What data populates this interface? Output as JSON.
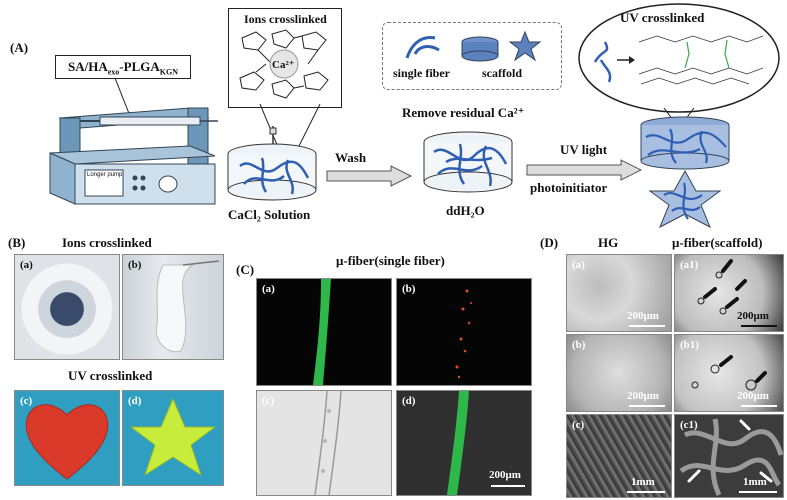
{
  "panelA": {
    "label": "(A)",
    "material_label": "SA/HA",
    "material_sub1": "exo",
    "material_mid": "-PLGA",
    "material_sub2": "KGN",
    "ions_crosslinked": "Ions crosslinked",
    "ca_label": "Ca²⁺",
    "pump_label": "Longer pump",
    "legend_single_fiber": "single fiber",
    "legend_scaffold": "scaffold",
    "wash": "Wash",
    "remove_ca": "Remove residual Ca²⁺",
    "uv_light": "UV light",
    "photoinitiator": "photoinitiator",
    "cacl2": "CaCl₂ Solution",
    "ddh2o": "ddH₂O",
    "uv_crosslinked": "UV crosslinked"
  },
  "panelB": {
    "label": "(B)",
    "ions_title": "Ions crosslinked",
    "uv_title": "UV crosslinked",
    "a": "(a)",
    "b": "(b)",
    "c": "(c)",
    "d": "(d)"
  },
  "panelC": {
    "label": "(C)",
    "title": "μ-fiber(single fiber)",
    "a": "(a)",
    "b": "(b)",
    "c": "(c)",
    "d": "(d)",
    "scale": "200μm"
  },
  "panelD": {
    "label": "(D)",
    "col1": "HG",
    "col2": "μ-fiber(scaffold)",
    "a": "(a)",
    "a1": "(a1)",
    "b": "(b)",
    "b1": "(b1)",
    "c": "(c)",
    "c1": "(c1)",
    "scale_um": "200μm",
    "scale_mm": "1mm"
  },
  "colors": {
    "fiber_blue": "#2f5fb3",
    "gel_red": "#d93a2a",
    "gel_yellow": "#c8ec3c",
    "fluor_green": "#2fb84a"
  }
}
